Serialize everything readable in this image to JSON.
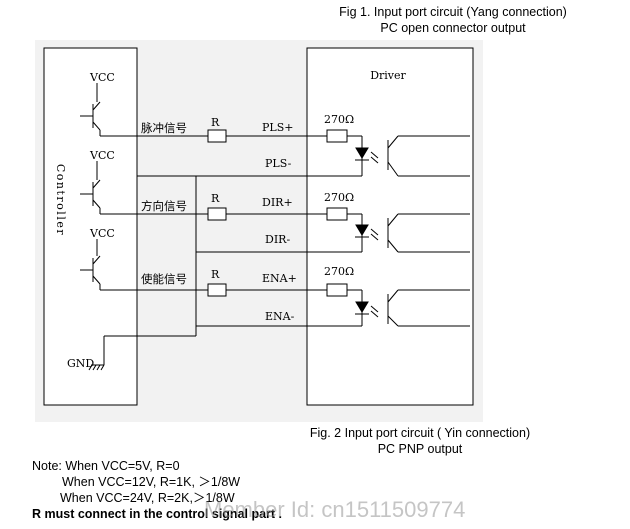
{
  "captions": {
    "fig1_line1": "Fig 1. Input port circuit (Yang connection)",
    "fig1_line2": "PC open connector output",
    "fig2_line1": "Fig. 2 Input port circuit ( Yin connection)",
    "fig2_line2": "PC PNP output"
  },
  "diagram": {
    "controller_label": "Controller",
    "driver_label": "Driver",
    "vcc_label": "VCC",
    "gnd_label": "GND",
    "resistor_label": "R",
    "ohm_label": "270Ω",
    "signals": [
      {
        "name": "脉冲信号",
        "plus": "PLS+",
        "minus": "PLS-"
      },
      {
        "name": "方向信号",
        "plus": "DIR+",
        "minus": "DIR-"
      },
      {
        "name": "使能信号",
        "plus": "ENA+",
        "minus": "ENA-"
      }
    ]
  },
  "notes": {
    "line1": "Note: When VCC=5V, R=0",
    "line2": "When VCC=12V, R=1K, ＞1/8W",
    "line3": "When VCC=24V, R=2K,＞1/8W",
    "line4": "R must connect in the control signal part ."
  },
  "watermark": "Member Id: cn1511509774"
}
